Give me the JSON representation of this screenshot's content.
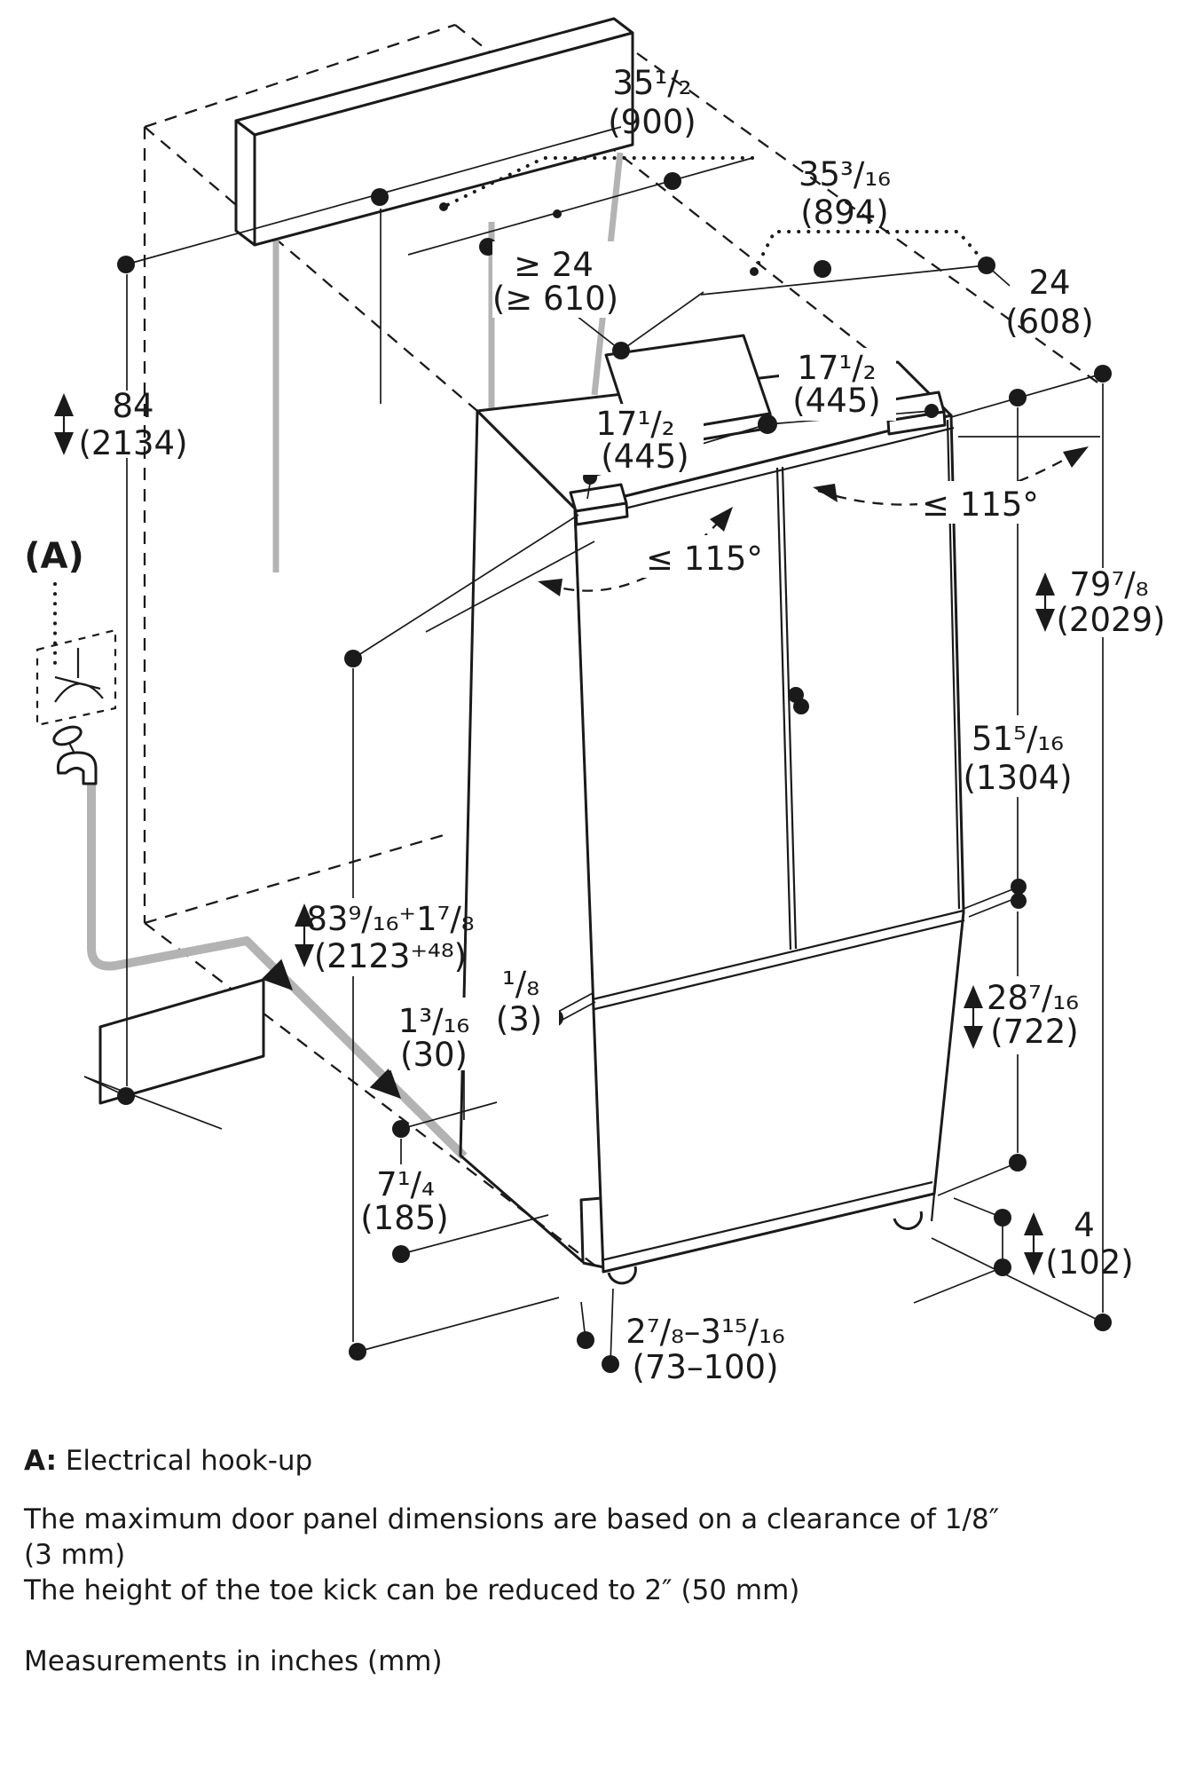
{
  "diagram": {
    "marker_a": "(A)",
    "dims": {
      "panel_width_in": "35¹/₂",
      "panel_width_mm": "(900)",
      "niche_width_in": "35³/₁₆",
      "niche_width_mm": "(894)",
      "min_clearance_depth_in": "≥ 24",
      "min_clearance_depth_mm": "(≥ 610)",
      "depth_in": "24",
      "depth_mm": "(608)",
      "door_panel_left_in": "17¹/₂",
      "door_panel_left_mm": "(445)",
      "door_panel_right_in": "17¹/₂",
      "door_panel_right_mm": "(445)",
      "swing_left": "≤ 115°",
      "swing_right": "≤ 115°",
      "niche_height_in": "84",
      "niche_height_mm": "(2134)",
      "appliance_height_in": "79⁷/₈",
      "appliance_height_mm": "(2029)",
      "upper_panel_height_in": "51⁵/₁₆",
      "upper_panel_height_mm": "(1304)",
      "adjusted_height_in": "83⁹/₁₆⁺1⁷/₈",
      "adjusted_height_mm": "(2123⁺⁴⁸)",
      "rear_offset_in": "1³/₁₆",
      "rear_offset_mm": "(30)",
      "panel_gap_in": "¹/₈",
      "panel_gap_mm": "(3)",
      "lower_panel_height_in": "28⁷/₁₆",
      "lower_panel_height_mm": "(722)",
      "hookup_height_in": "7¹/₄",
      "hookup_height_mm": "(185)",
      "toe_kick_height_in": "4",
      "toe_kick_height_mm": "(102)",
      "toe_kick_depth_in": "2⁷/₈–3¹⁵/₁₆",
      "toe_kick_depth_mm": "(73–100)"
    },
    "notes": {
      "a_prefix": "A:",
      "a_text": " Electrical hook-up",
      "clearance_line1": "The maximum door panel dimensions are based on a clearance of 1/8″",
      "clearance_line2": "(3 mm)",
      "toe_kick_note": "The height of the toe kick can be reduced to 2″ (50 mm)",
      "units_note": "Measurements in inches (mm)"
    }
  }
}
